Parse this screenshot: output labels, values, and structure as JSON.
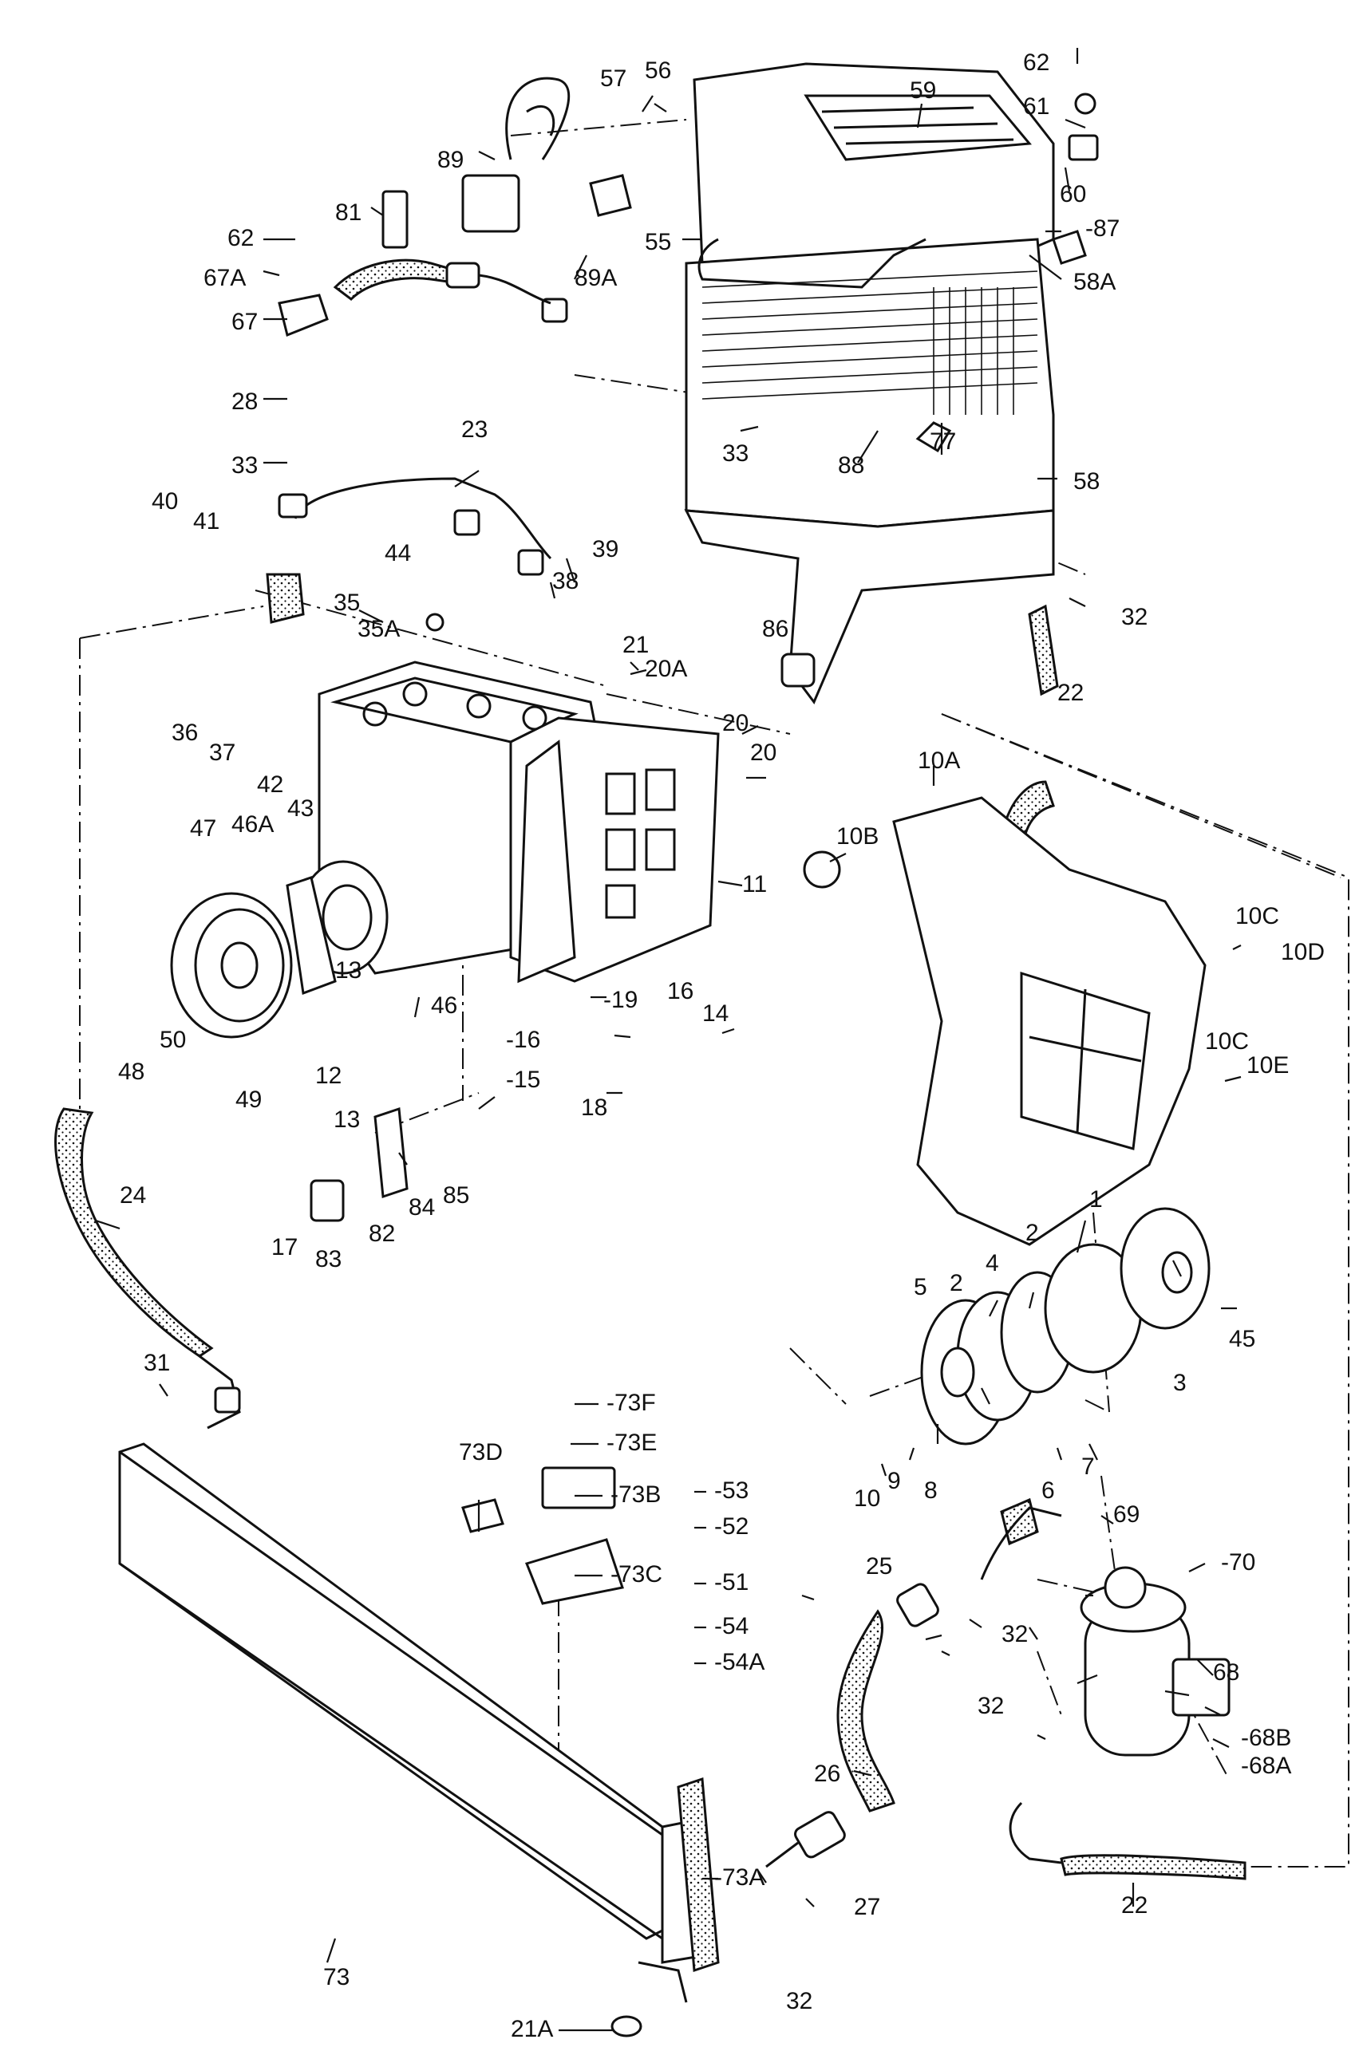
{
  "diagram": {
    "labels": [
      "1",
      "2",
      "2",
      "3",
      "4",
      "5",
      "6",
      "7",
      "8",
      "9",
      "10",
      "10A",
      "10B",
      "10C",
      "10D",
      "10C",
      "10E",
      "11",
      "12",
      "13",
      "13",
      "14",
      "15",
      "16",
      "16",
      "17",
      "18",
      "19",
      "20",
      "20",
      "20A",
      "21",
      "21A",
      "22",
      "22",
      "23",
      "24",
      "25",
      "26",
      "27",
      "28",
      "31",
      "32",
      "32",
      "32",
      "32",
      "33",
      "33",
      "35",
      "35A",
      "36",
      "37",
      "38",
      "39",
      "40",
      "41",
      "42",
      "43",
      "44",
      "45",
      "46",
      "46A",
      "47",
      "48",
      "49",
      "50",
      "51",
      "52",
      "53",
      "54",
      "54A",
      "55",
      "56",
      "57",
      "58",
      "58A",
      "59",
      "60",
      "61",
      "62",
      "62",
      "67",
      "67A",
      "68",
      "68A",
      "68B",
      "69",
      "70",
      "73",
      "73A",
      "73B",
      "73C",
      "73D",
      "73E",
      "73F",
      "77",
      "81",
      "82",
      "83",
      "84",
      "85",
      "86",
      "87",
      "88",
      "89",
      "89A"
    ]
  }
}
